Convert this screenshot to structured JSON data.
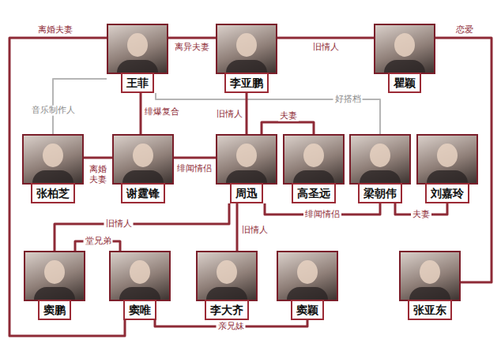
{
  "diagram": {
    "nodes": [
      {
        "text": [
          "王菲"
        ]
      },
      {
        "text": [
          "李亚鹏"
        ]
      },
      {
        "text": [
          "瞿颖"
        ]
      },
      {
        "text": [
          "张柏芝"
        ]
      },
      {
        "text": [
          "谢霆锋"
        ]
      },
      {
        "text": [
          "周迅"
        ]
      },
      {
        "text": [
          "高圣远"
        ]
      },
      {
        "text": [
          "梁朝伟"
        ]
      },
      {
        "text": [
          "刘嘉玲"
        ]
      },
      {
        "text": [
          "窦鹏"
        ]
      },
      {
        "text": [
          "窦唯"
        ]
      },
      {
        "text": [
          "李大齐"
        ]
      },
      {
        "text": [
          "窦颖"
        ]
      },
      {
        "text": [
          "张亚东"
        ]
      }
    ],
    "edges": [
      {
        "from": 0,
        "to": 1,
        "label": "离异夫妻",
        "arrow": "none"
      },
      {
        "from": 1,
        "to": 2,
        "label": "旧情人",
        "arrow": "none"
      },
      {
        "from": 0,
        "to": 10,
        "label": "离婚夫妻",
        "arrow": "none"
      },
      {
        "from": 10,
        "to": 12,
        "label": "亲兄妹",
        "arrow": "none"
      },
      {
        "from": 2,
        "to": 13,
        "label": "恋爱",
        "arrow": "none"
      },
      {
        "from": 0,
        "to": 4,
        "label": "绯爆复合",
        "arrow": "none"
      },
      {
        "from": 0,
        "to": 7,
        "label": "好搭档",
        "arrow": "none"
      },
      {
        "from": 0,
        "to": 3,
        "label": "音乐制作人",
        "arrow": "none"
      },
      {
        "from": 1,
        "to": 5,
        "label": "旧情人",
        "arrow": "none"
      },
      {
        "from": 5,
        "to": 6,
        "label": "夫妻",
        "arrow": "none"
      },
      {
        "from": 3,
        "to": 4,
        "label": "离婚夫妻",
        "arrow": "none"
      },
      {
        "from": 4,
        "to": 5,
        "label": "绯闻情侣",
        "arrow": "none"
      },
      {
        "from": 5,
        "to": 9,
        "label": "旧情人",
        "arrow": "none"
      },
      {
        "from": 9,
        "to": 10,
        "label": "堂兄弟",
        "arrow": "none"
      },
      {
        "from": 5,
        "to": 11,
        "label": "旧情人",
        "arrow": "none"
      },
      {
        "from": 5,
        "to": 7,
        "label": "绯闻情侣",
        "arrow": "none"
      },
      {
        "from": 7,
        "to": 8,
        "label": "夫妻",
        "arrow": "none"
      }
    ]
  }
}
